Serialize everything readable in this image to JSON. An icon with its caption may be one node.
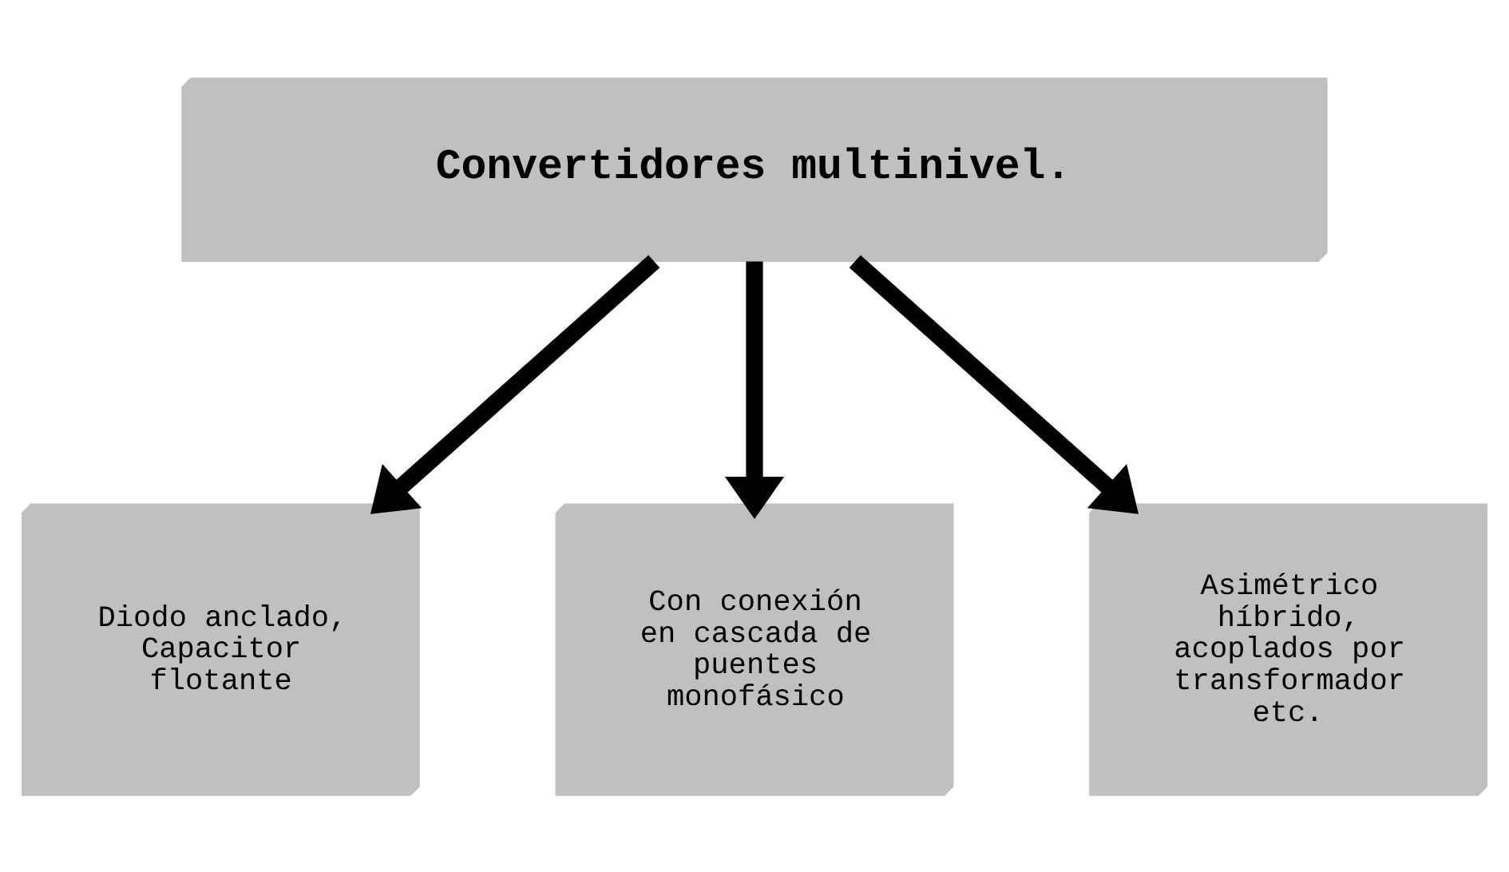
{
  "diagram": {
    "nodes": [
      {
        "text": [
          "Convertidores multinivel."
        ]
      },
      {
        "text": [
          "Diodo anclado, Capacitor flotante"
        ]
      },
      {
        "text": [
          "Con conexión en cascada de puentes monofásico"
        ]
      },
      {
        "text": [
          "Asimétrico híbrido, acoplados por transformador etc."
        ]
      }
    ],
    "edges": [
      {
        "from": 0,
        "to": 1,
        "arrow": "to"
      },
      {
        "from": 0,
        "to": 2,
        "arrow": "to"
      },
      {
        "from": 0,
        "to": 3,
        "arrow": "to"
      }
    ]
  }
}
